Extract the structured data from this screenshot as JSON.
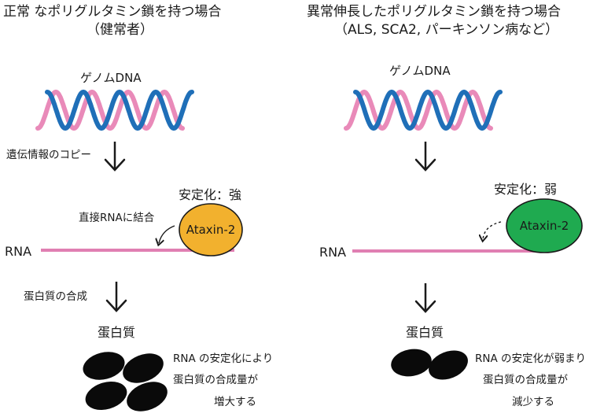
{
  "colors": {
    "strand_pink": "#e98ab9",
    "strand_blue": "#1f6fb8",
    "rna_line": "#e07fb2",
    "ataxin_strong": "#f2b12e",
    "ataxin_weak": "#1faa50",
    "protein": "#0a0a0a",
    "arrow": "#1a1a1a"
  },
  "left": {
    "title_line1": "正常 なポリグルタミン鎖を持つ場合",
    "title_line2": "（健常者）",
    "genome_label": "ゲノムDNA",
    "copy_label": "遺伝情報のコピー",
    "stability_label": "安定化：強",
    "binding_label": "直接RNAに結合",
    "ataxin_label": "Ataxin-2",
    "rna_label": "RNA",
    "synthesis_label": "蛋白質の合成",
    "protein_label": "蛋白質",
    "result_line1": "RNA の安定化により",
    "result_line2": "蛋白質の合成量が",
    "result_line3": "増大する"
  },
  "right": {
    "title_line1": "異常伸長したポリグルタミン鎖を持つ場合",
    "title_line2": "（ALS, SCA2, パーキンソン病など）",
    "genome_label": "ゲノムDNA",
    "stability_label": "安定化：弱",
    "ataxin_label": "Ataxin-2",
    "rna_label": "RNA",
    "protein_label": "蛋白質",
    "result_line1": "RNA の安定化が弱まり",
    "result_line2": "蛋白質の合成量が",
    "result_line3": "減少する"
  }
}
